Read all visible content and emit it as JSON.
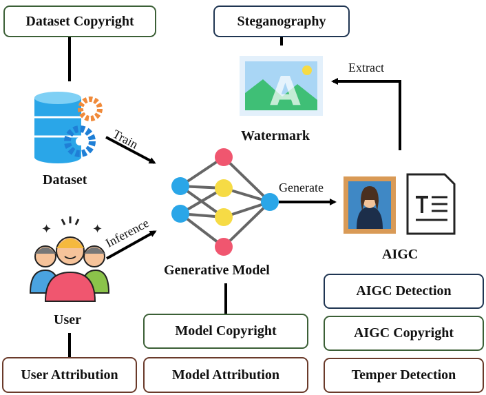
{
  "boxes": {
    "dataset_copyright": "Dataset Copyright",
    "steganography": "Steganography",
    "model_copyright": "Model Copyright",
    "model_attribution": "Model Attribution",
    "user_attribution": "User Attribution",
    "aigc_detection": "AIGC Detection",
    "aigc_copyright": "AIGC Copyright",
    "temper_detection": "Temper Detection"
  },
  "nodes": {
    "dataset": "Dataset",
    "user": "User",
    "generative_model": "Generative Model",
    "watermark": "Watermark",
    "aigc": "AIGC"
  },
  "edges": {
    "train": "Train",
    "inference": "Inference",
    "generate": "Generate",
    "extract": "Extract"
  },
  "icons": {
    "dataset": "database-gears-icon",
    "user": "user-group-icon",
    "model": "neural-network-icon",
    "watermark": "image-watermark-icon",
    "aigc_image": "portrait-painting-icon",
    "aigc_text": "text-document-icon"
  },
  "colors": {
    "green_border": "#3b5f36",
    "navy_border": "#1f3552",
    "brown_border": "#6a3a2a",
    "node_red": "#f0566f",
    "node_yellow": "#f6db45",
    "node_blue": "#2aa6e8"
  }
}
